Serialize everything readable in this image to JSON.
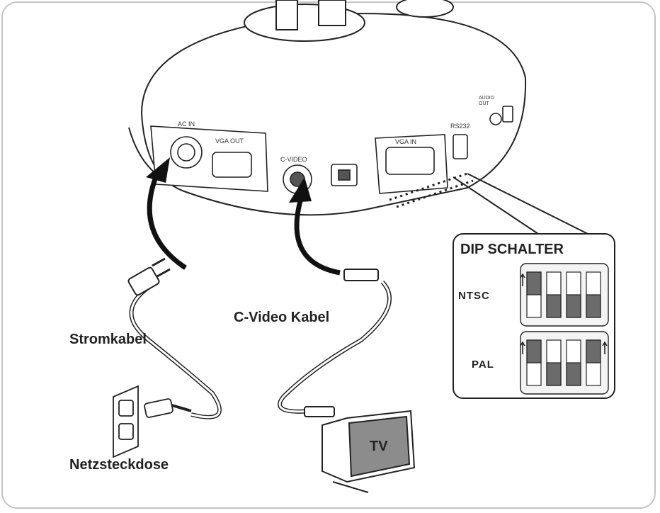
{
  "labels": {
    "power_cable": "Stromkabel",
    "video_cable": "C-Video Kabel",
    "wall_outlet": "Netzsteckdose",
    "tv": "TV",
    "dip_title": "DIP SCHALTER",
    "ntsc": "NTSC",
    "pal": "PAL"
  },
  "ports": {
    "ac_in": "AC IN",
    "vga_out": "VGA OUT",
    "c_video": "C-VIDEO",
    "vga_in": "VGA IN",
    "rs232": "RS232",
    "audio_out": "AUDIO OUT"
  },
  "dip_switches": {
    "ntsc": [
      "up",
      "down",
      "down",
      "down"
    ],
    "pal": [
      "up",
      "down",
      "down",
      "up"
    ]
  },
  "colors": {
    "frame": "#c4c4c4",
    "outline": "#222222",
    "switch_fill": "#6b6b6b",
    "panel_fill": "#f4f4f4",
    "screen_fill": "#8c8c8c"
  }
}
